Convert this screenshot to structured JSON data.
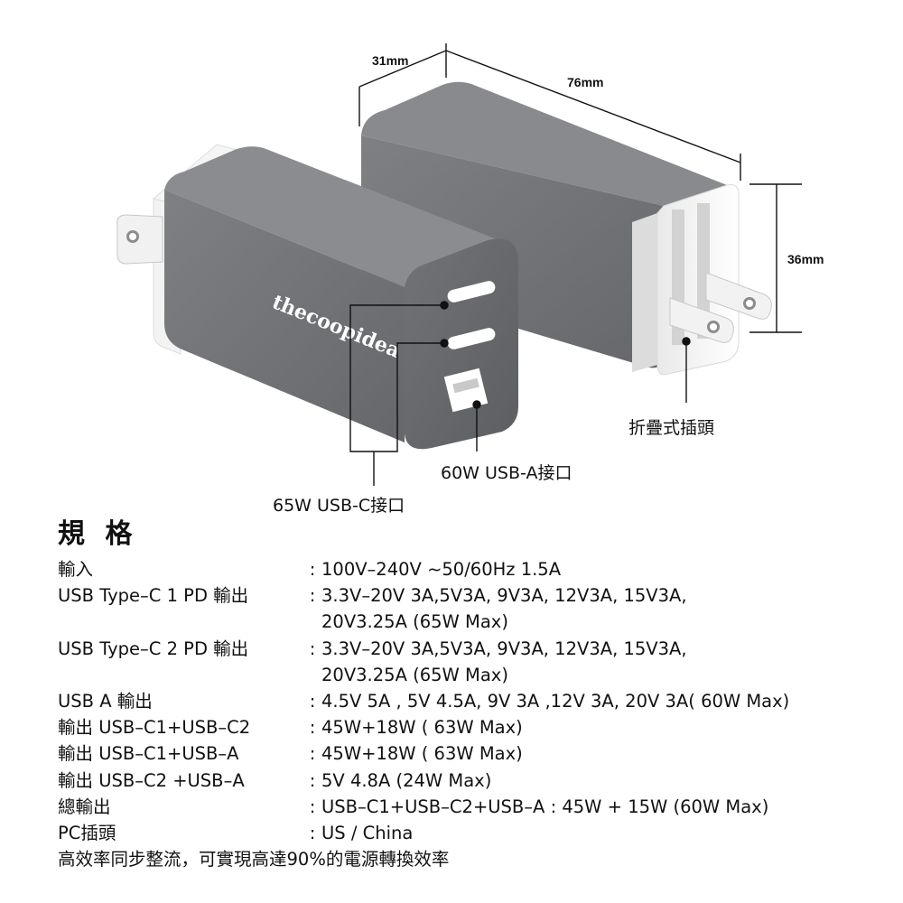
{
  "dimensions": {
    "depth": "31mm",
    "length": "76mm",
    "height": "36mm"
  },
  "product": {
    "brand": "thecoopidea"
  },
  "callouts": {
    "foldable_plug": "折疊式插頭",
    "usb_a_port": "60W USB-A接口",
    "usb_c_port": "65W USB-C接口"
  },
  "colors": {
    "body": "#737578",
    "body_dark": "#5e6063",
    "face": "#6a6c6f",
    "white_cap": "#f4f4f4",
    "prong": "#eeeeee"
  },
  "specs": {
    "title": "規 格",
    "rows": [
      {
        "label": "輸入",
        "values": [
          "100V–240V ~50/60Hz 1.5A"
        ]
      },
      {
        "label": "USB Type–C 1 PD 輸出",
        "values": [
          "3.3V–20V  3A,5V3A, 9V3A, 12V3A, 15V3A,",
          "20V3.25A (65W Max)"
        ]
      },
      {
        "label": "USB Type–C 2 PD 輸出",
        "values": [
          "3.3V–20V 3A,5V3A, 9V3A, 12V3A, 15V3A,",
          "20V3.25A (65W Max)"
        ]
      },
      {
        "label": "USB A 輸出",
        "values": [
          "4.5V 5A , 5V 4.5A, 9V 3A ,12V 3A, 20V 3A( 60W Max)"
        ]
      },
      {
        "label": "輸出 USB–C1+USB–C2",
        "values": [
          "45W+18W ( 63W Max)"
        ]
      },
      {
        "label": "輸出 USB–C1+USB–A",
        "values": [
          "45W+18W ( 63W Max)"
        ]
      },
      {
        "label": "輸出 USB–C2 +USB–A",
        "values": [
          "5V 4.8A (24W Max)"
        ]
      },
      {
        "label": "總輸出",
        "values": [
          "USB–C1+USB–C2+USB–A : 45W + 15W (60W Max)"
        ]
      },
      {
        "label": "PC插頭",
        "values": [
          "US / China"
        ]
      }
    ],
    "footer": "高效率同步整流，可實現高達90%的電源轉換效率"
  }
}
